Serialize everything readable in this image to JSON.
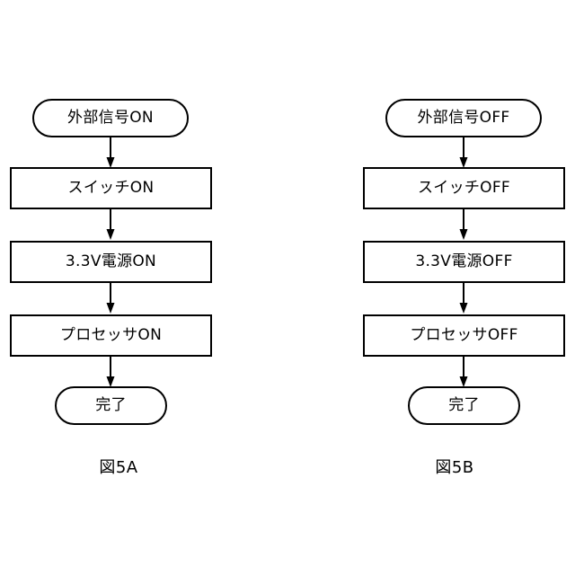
{
  "figure": {
    "background_color": "#ffffff",
    "stroke_color": "#000000",
    "flowcharts": [
      {
        "caption": "図5A",
        "nodes": {
          "start": "外部信号ON",
          "step1": "スイッチON",
          "step2": "3.3V電源ON",
          "step3": "プロセッサON",
          "end": "完了"
        }
      },
      {
        "caption": "図5B",
        "nodes": {
          "start": "外部信号OFF",
          "step1": "スイッチOFF",
          "step2": "3.3V電源OFF",
          "step3": "プロセッサOFF",
          "end": "完了"
        }
      }
    ]
  }
}
